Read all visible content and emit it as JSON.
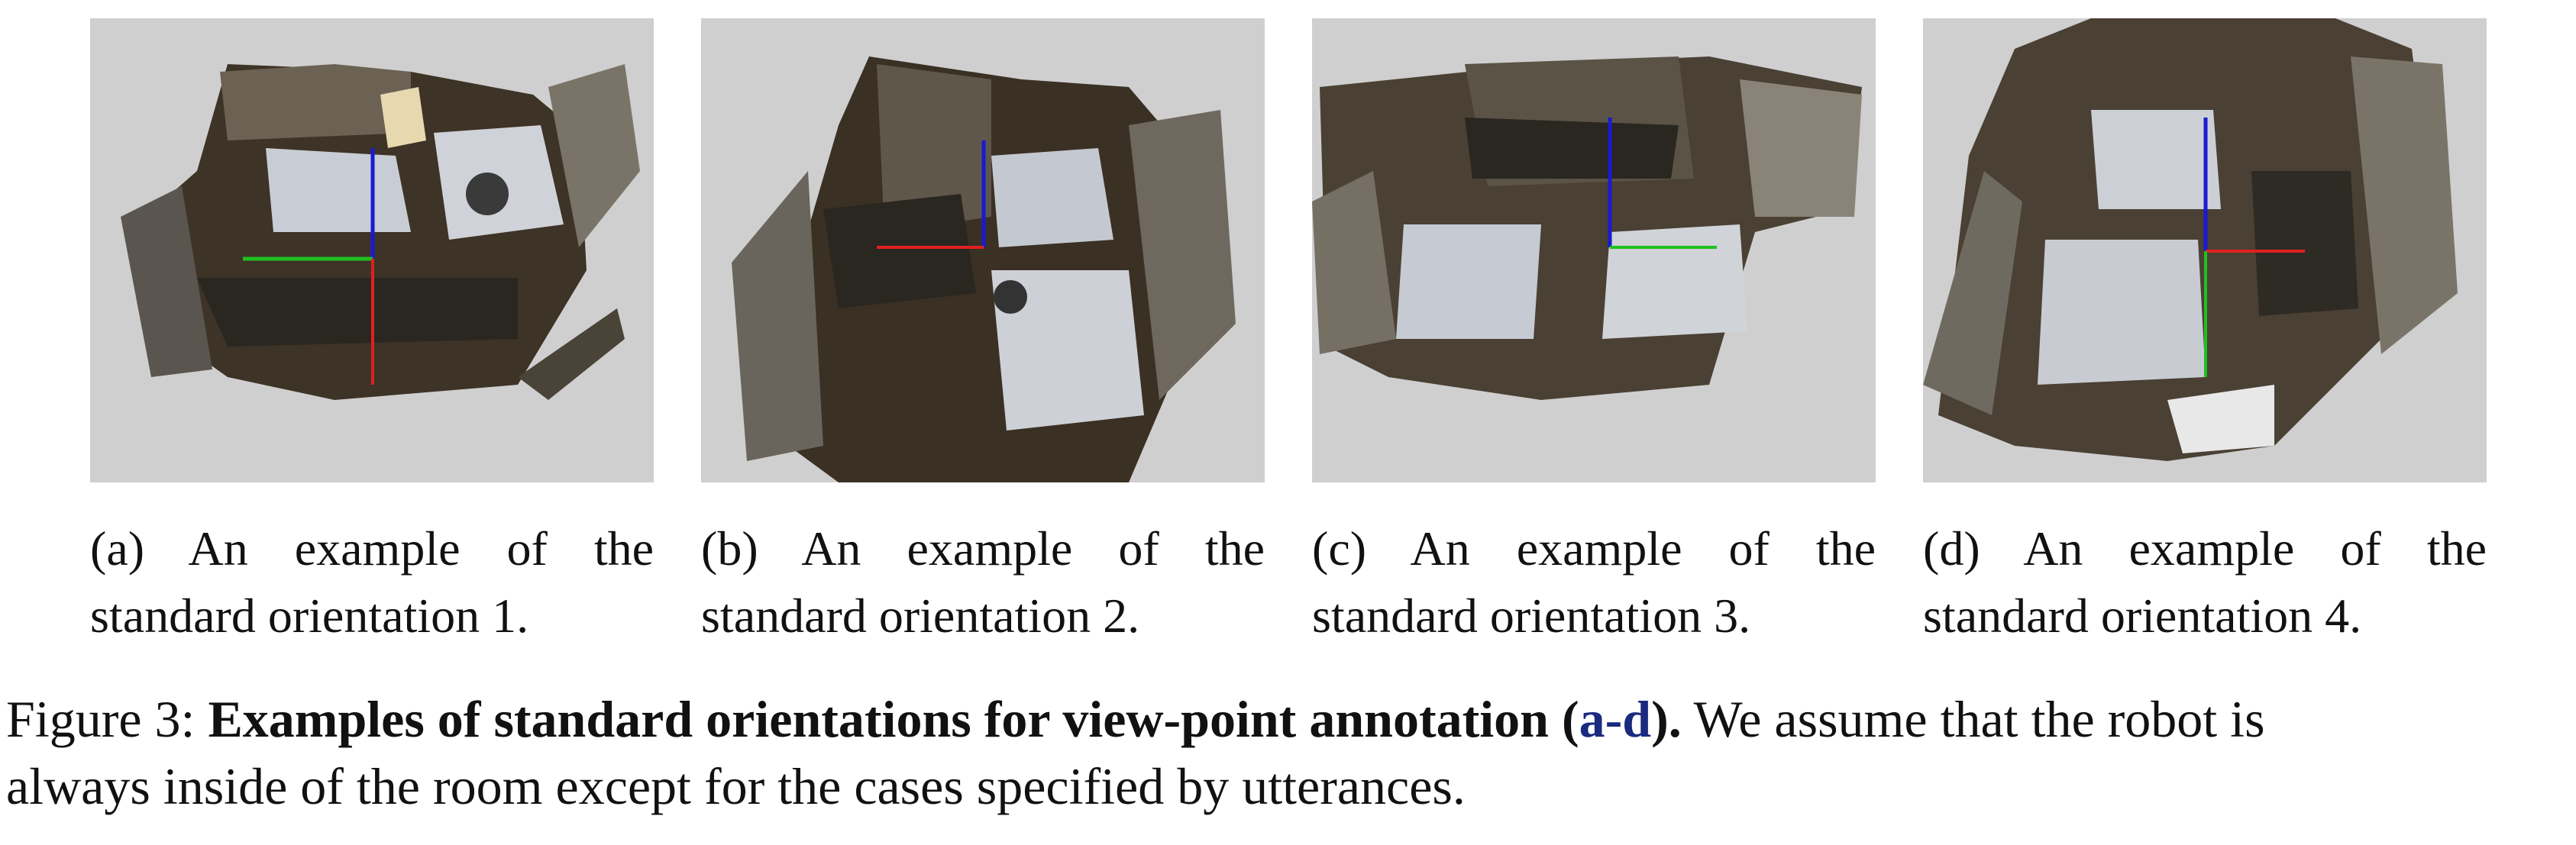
{
  "panels": [
    {
      "id": "a",
      "caption_line1": "(a) An example of the",
      "caption_line2": "standard orientation 1.",
      "image_label": "room point cloud with red, green and blue axes (orientation 1)"
    },
    {
      "id": "b",
      "caption_line1": "(b) An example of the",
      "caption_line2": "standard orientation 2.",
      "image_label": "room point cloud with red and blue axes (orientation 2)"
    },
    {
      "id": "c",
      "caption_line1": "(c) An example of the",
      "caption_line2": "standard orientation 3.",
      "image_label": "room point cloud with blue and green axes (orientation 3)"
    },
    {
      "id": "d",
      "caption_line1": "(d) An example of the",
      "caption_line2": "standard orientation 4.",
      "image_label": "room point cloud with blue, red and green axes (orientation 4)"
    }
  ],
  "figure": {
    "label": "Figure 3:",
    "bold_text": "Examples of standard orientations for view-point annotation (",
    "ref": "a-d",
    "bold_end": ").",
    "rest_line1": " We assume that the robot is",
    "line2": "always inside of the room except for the cases specified by utterances."
  },
  "colors": {
    "image_background": "#cfcfcf",
    "axis_x": "#e02020",
    "axis_y": "#20c020",
    "axis_z": "#1a1ad0",
    "reference_link": "#1a2a80"
  }
}
